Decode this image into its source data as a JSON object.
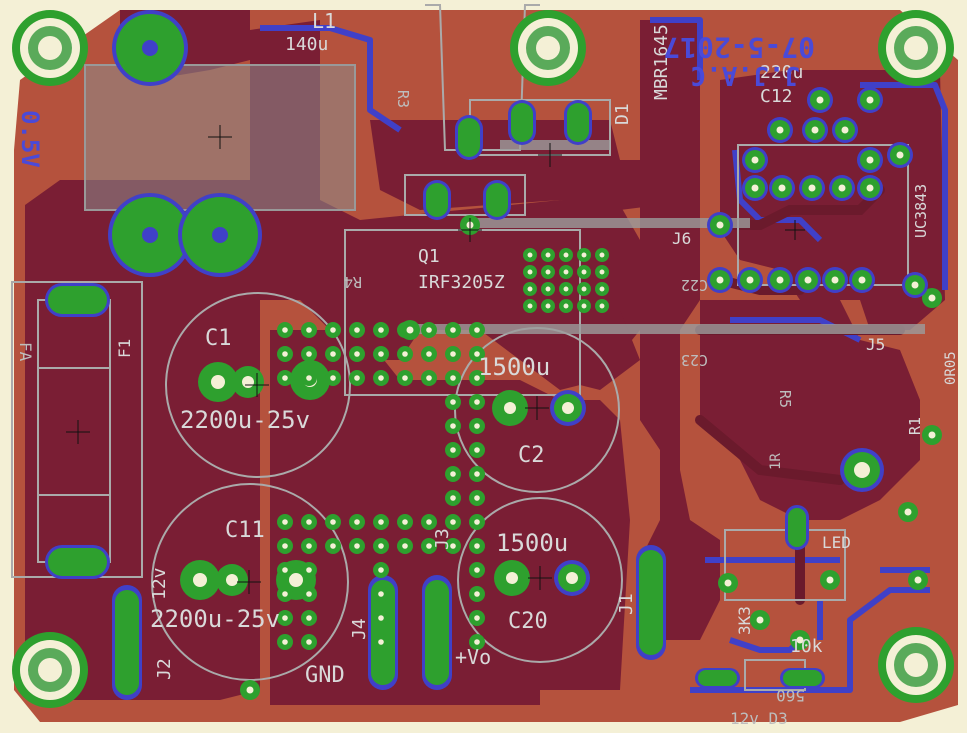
{
  "colors": {
    "board": "#f4f0d6",
    "copper_top": "#7a1e34",
    "copper_bottom": "#b5523d",
    "bottom_trace": "#4040c8",
    "pad_green": "#2ea02e",
    "pad_ring": "#5aaa5a",
    "silkscreen": "#d9d9d9"
  },
  "labels": {
    "l1": "L1",
    "l1_value": "140u",
    "d1": "D1",
    "d1_part": "MBR1645",
    "date": "07-5-2017",
    "initials": "J.J.A.C",
    "version": "0.5V",
    "c12_value": "220u",
    "c12": "C12",
    "ic": "UC3843",
    "q1": "Q1",
    "q1_part": "IRF3205Z",
    "r3": "R3",
    "r4": "R4",
    "c1": "C1",
    "c1_value": "2200u-25v",
    "c11": "C11",
    "c11_value": "2200u-25v",
    "c2": "C2",
    "c2_value": "1500u",
    "c20": "C20",
    "c20_value": "1500u",
    "f1": "F1",
    "fa": "FA",
    "j1": "J1",
    "j2": "J2",
    "j3": "J3",
    "j4": "J4",
    "j5": "J5",
    "j6": "J6",
    "gnd": "GND",
    "vo": "+Vo",
    "c22": "C22",
    "c23": "C23",
    "r1": "R1",
    "r1_value": "R1",
    "r5": "R5",
    "r_value": "1R",
    "r05": "0R05",
    "led": "LED",
    "r10k": "10k",
    "r560": "560",
    "d3": "12v D3",
    "pot": "3K3",
    "vcc": "12v"
  }
}
